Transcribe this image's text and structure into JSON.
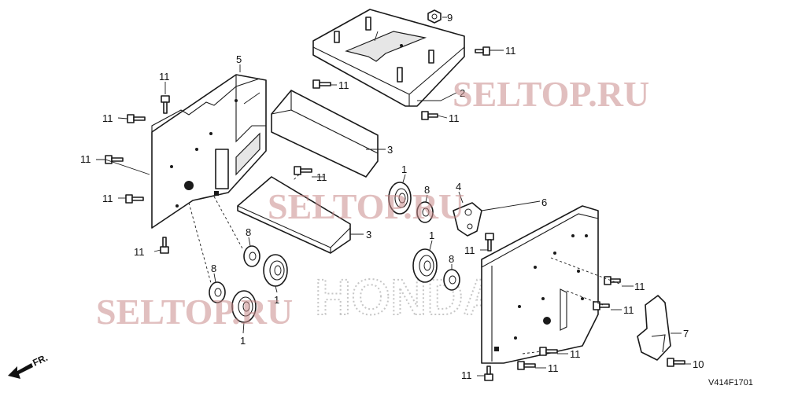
{
  "callouts": {
    "c1a": "1",
    "c1b": "1",
    "c1c": "1",
    "c1d": "1",
    "c2": "2",
    "c3a": "3",
    "c3b": "3",
    "c4": "4",
    "c5": "5",
    "c6": "6",
    "c7": "7",
    "c8a": "8",
    "c8b": "8",
    "c8c": "8",
    "c8d": "8",
    "c9": "9",
    "c10": "10",
    "c11a": "11",
    "c11b": "11",
    "c11c": "11",
    "c11d": "11",
    "c11e": "11",
    "c11f": "11",
    "c11g": "11",
    "c11h": "11",
    "c11i": "11",
    "c11j": "11",
    "c11k": "11",
    "c11l": "11",
    "c11m": "11",
    "c11n": "11",
    "c11o": "11"
  },
  "watermarks": {
    "seltop_top": "SELTOP.RU",
    "seltop_mid": "SELTOP.RU",
    "seltop_bottom": "SELTOP.RU",
    "honda": "HONDA"
  },
  "direction_label": "FR.",
  "diagram_code": "V414F1701"
}
